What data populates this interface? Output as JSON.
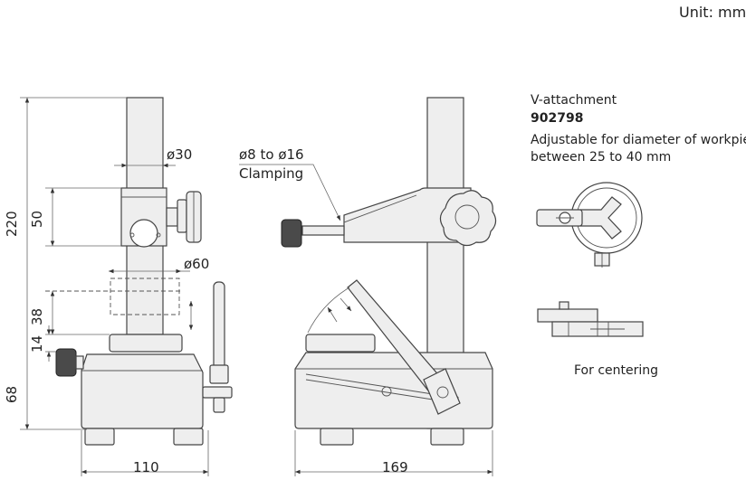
{
  "unit_label": "Unit: mm",
  "dimensions": {
    "height_total": "220",
    "height_upper": "50",
    "height_38": "38",
    "height_14": "14",
    "height_base": "68",
    "width_front": "110",
    "width_side": "169",
    "dia_column": "ø30",
    "dia_clamp_ring": "ø60"
  },
  "clamping": {
    "range": "ø8 to ø16",
    "label": "Clamping"
  },
  "v_attachment": {
    "title": "V-attachment",
    "part_number": "902798",
    "desc_line1": "Adjustable for diameter of workpiece",
    "desc_line2": "between 25 to 40 mm",
    "centering_label": "For centering"
  }
}
